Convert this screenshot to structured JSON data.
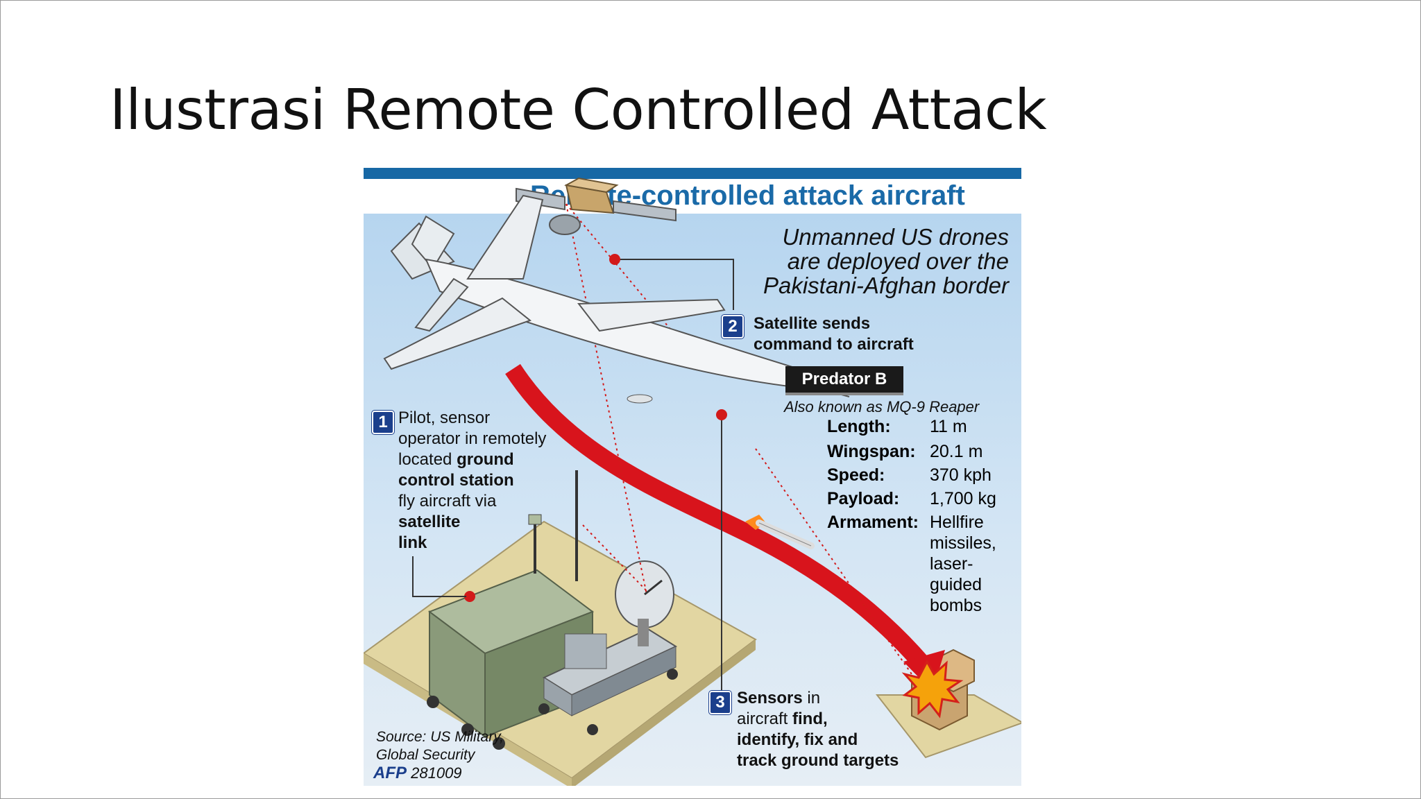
{
  "slide": {
    "title": "Ilustrasi Remote Controlled Attack"
  },
  "infographic": {
    "title": "Remote-controlled attack aircraft",
    "subtitle_line1": "Unmanned US drones",
    "subtitle_line2": "are deployed over the",
    "subtitle_line3": "Pakistani-Afghan border",
    "step1": {
      "number": "1",
      "lines": [
        "Pilot, sensor",
        "operator in remotely",
        "located",
        "ground",
        "control station",
        "fly aircraft via",
        "satellite",
        "link"
      ]
    },
    "step2": {
      "number": "2",
      "line1": "Satellite sends",
      "line2": "command to aircraft"
    },
    "step3": {
      "number": "3",
      "line1a": "Sensors",
      "line1b": " in",
      "line2a": "aircraft ",
      "line2b": "find,",
      "line3": "identify, fix and",
      "line4": "track ground targets"
    },
    "aircraft": {
      "name": "Predator B",
      "aka": "Also known as MQ-9 Reaper",
      "specs": [
        {
          "label": "Length:",
          "value": "11 m"
        },
        {
          "label": "Wingspan:",
          "value": "20.1 m"
        },
        {
          "label": "Speed:",
          "value": "370 kph"
        },
        {
          "label": "Payload:",
          "value": "1,700 kg"
        },
        {
          "label": "Armament:",
          "value": "Hellfire missiles, laser-guided bombs"
        }
      ]
    },
    "source_line1": "Source: US Military,",
    "source_line2": "Global Security",
    "credit_logo": "AFP",
    "credit_code": "281009",
    "colors": {
      "title_blue": "#1a6aa8",
      "top_bar": "#1768a5",
      "arrow_red": "#d8141c",
      "badge_blue": "#1b3f8c",
      "ground_pad": "#e2d6a2"
    }
  }
}
